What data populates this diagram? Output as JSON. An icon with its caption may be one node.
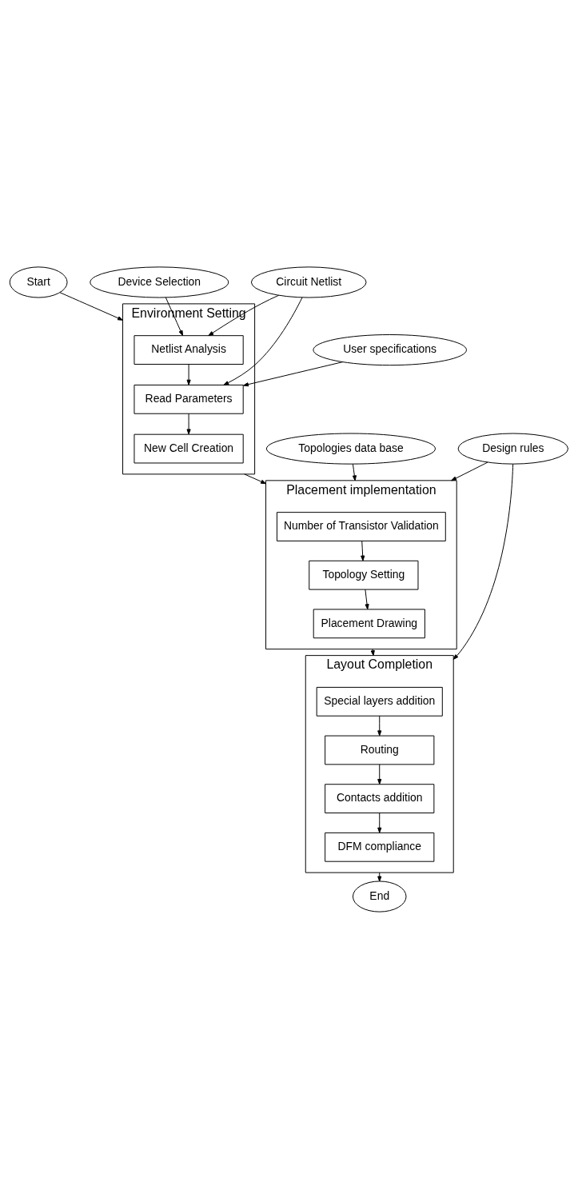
{
  "diagram": {
    "nodes": [
      {
        "text": [
          "Start"
        ]
      },
      {
        "text": [
          "Environment Setting"
        ]
      },
      {
        "text": [
          "Circuit Netlist"
        ]
      },
      {
        "text": [
          "Netlist Analysis"
        ],
        "in": 1
      },
      {
        "text": [
          "Device Selection"
        ]
      },
      {
        "text": [
          "Read Parameters"
        ],
        "in": 1
      },
      {
        "text": [
          "User specifications"
        ]
      },
      {
        "text": [
          "New Cell Creation"
        ],
        "in": 1
      },
      {
        "text": [
          "Placement implementation"
        ]
      },
      {
        "text": [
          "Topologies data base"
        ]
      },
      {
        "text": [
          "Number of Transistor Validation"
        ],
        "in": 8
      },
      {
        "text": [
          "Design rules"
        ]
      },
      {
        "text": [
          "Topology Setting"
        ],
        "in": 8
      },
      {
        "text": [
          "Placement Drawing"
        ],
        "in": 8
      },
      {
        "text": [
          "Layout Completion"
        ]
      },
      {
        "text": [
          "Special layers addition"
        ],
        "in": 14
      },
      {
        "text": [
          "Routing"
        ],
        "in": 14
      },
      {
        "text": [
          "Contacts addition"
        ],
        "in": 14
      },
      {
        "text": [
          "DFM compliance"
        ],
        "in": 14
      },
      {
        "text": [
          "End"
        ]
      }
    ],
    "edges": [
      {
        "from": 0,
        "to": 1,
        "arrow": "to"
      },
      {
        "from": 2,
        "to": 3,
        "arrow": "to"
      },
      {
        "from": 4,
        "to": 3,
        "arrow": "to"
      },
      {
        "from": 2,
        "to": 5,
        "arrow": "to"
      },
      {
        "from": 6,
        "to": 5,
        "arrow": "to"
      },
      {
        "from": 3,
        "to": 5,
        "arrow": "to"
      },
      {
        "from": 5,
        "to": 7,
        "arrow": "to"
      },
      {
        "from": 1,
        "to": 8,
        "arrow": "to"
      },
      {
        "from": 9,
        "to": 8,
        "arrow": "to"
      },
      {
        "from": 11,
        "to": 8,
        "arrow": "to"
      },
      {
        "from": 10,
        "to": 12,
        "arrow": "to"
      },
      {
        "from": 12,
        "to": 13,
        "arrow": "to"
      },
      {
        "from": 8,
        "to": 14,
        "arrow": "to"
      },
      {
        "from": 11,
        "to": 14,
        "arrow": "to"
      },
      {
        "from": 15,
        "to": 16,
        "arrow": "to"
      },
      {
        "from": 16,
        "to": 17,
        "arrow": "to"
      },
      {
        "from": 17,
        "to": 18,
        "arrow": "to"
      },
      {
        "from": 14,
        "to": 19,
        "arrow": "to"
      }
    ]
  }
}
